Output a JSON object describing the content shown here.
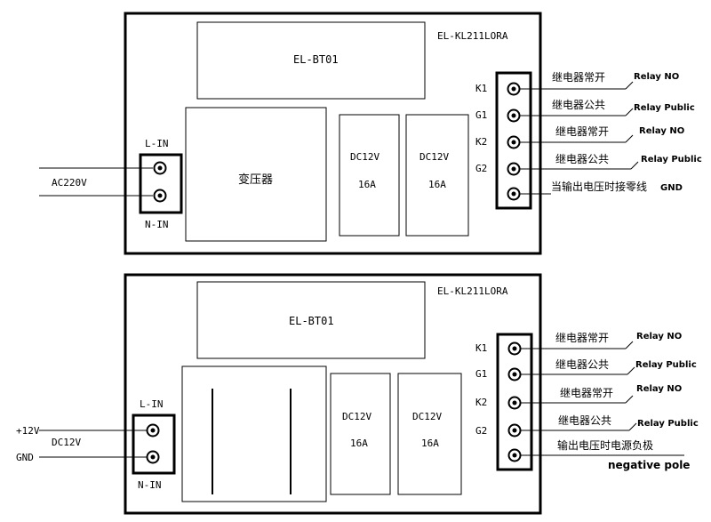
{
  "top": {
    "model": "EL-KL211LORA",
    "module": "EL-BT01",
    "transformer": "变压器",
    "relay1": {
      "voltage": "DC12V",
      "current": "16A"
    },
    "relay2": {
      "voltage": "DC12V",
      "current": "16A"
    },
    "input": {
      "l": "L-IN",
      "n": "N-IN",
      "supply": "AC220V"
    },
    "terminals": [
      {
        "code": "K1",
        "cn": "继电器常开",
        "en": "Relay NO"
      },
      {
        "code": "G1",
        "cn": "继电器公共",
        "en": "Relay Public"
      },
      {
        "code": "K2",
        "cn": "继电器常开",
        "en": "Relay NO"
      },
      {
        "code": "G2",
        "cn": "继电器公共",
        "en": "Relay Public"
      },
      {
        "code": "",
        "cn": "当输出电压时接零线",
        "en": "GND"
      }
    ]
  },
  "bottom": {
    "model": "EL-KL211LORA",
    "module": "EL-BT01",
    "relay1": {
      "voltage": "DC12V",
      "current": "16A"
    },
    "relay2": {
      "voltage": "DC12V",
      "current": "16A"
    },
    "input": {
      "l": "L-IN",
      "n": "N-IN",
      "plus": "+12V",
      "supply": "DC12V",
      "gnd": "GND"
    },
    "terminals": [
      {
        "code": "K1",
        "cn": "继电器常开",
        "en": "Relay NO"
      },
      {
        "code": "G1",
        "cn": "继电器公共",
        "en": "Relay Public"
      },
      {
        "code": "K2",
        "cn": "继电器常开",
        "en": "Relay NO"
      },
      {
        "code": "G2",
        "cn": "继电器公共",
        "en": "Relay Public"
      },
      {
        "code": "",
        "cn": "输出电压时电源负极",
        "en": "negative pole"
      }
    ]
  }
}
